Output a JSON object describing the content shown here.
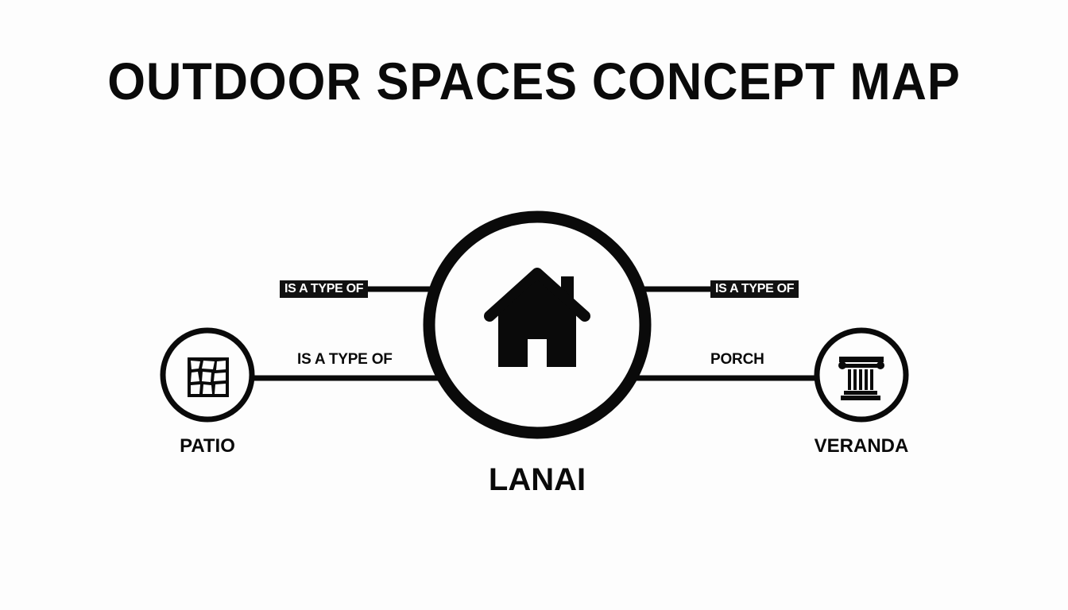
{
  "title": "OUTDOOR SPACES CONCEPT MAP",
  "nodes": {
    "center": {
      "label": "LANAI",
      "icon": "house-icon"
    },
    "left": {
      "label": "PATIO",
      "icon": "paving-stones-icon"
    },
    "right": {
      "label": "VERANDA",
      "icon": "column-icon"
    }
  },
  "edges": {
    "upper_left_tag": "IS A TYPE OF",
    "upper_right_tag": "IS A TYPE OF",
    "lower_left_label": "IS A TYPE OF",
    "lower_right_label": "PORCH"
  },
  "colors": {
    "ink": "#0a0a0a",
    "background": "#fdfdfd",
    "tag_text": "#ffffff"
  }
}
